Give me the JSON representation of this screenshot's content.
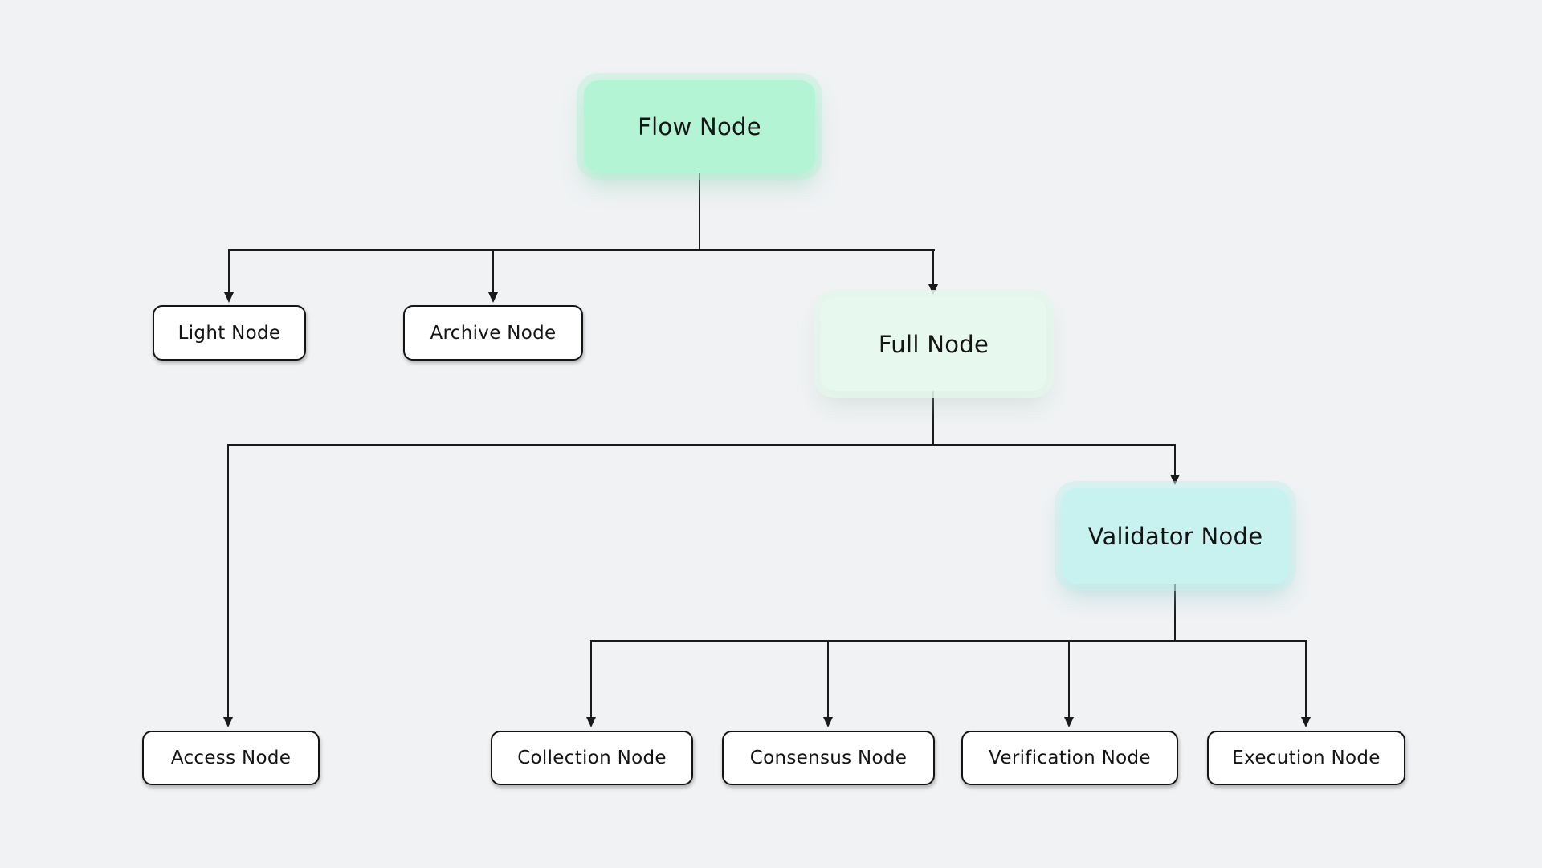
{
  "diagram": {
    "type": "hierarchy-tree",
    "nodes": {
      "flow": {
        "label": "Flow Node",
        "fill": "#b3f4d5"
      },
      "light": {
        "label": "Light Node",
        "fill": "#ffffff"
      },
      "archive": {
        "label": "Archive Node",
        "fill": "#ffffff"
      },
      "full": {
        "label": "Full Node",
        "fill": "#e7f8ee"
      },
      "validator": {
        "label": "Validator Node",
        "fill": "#c8f2f0"
      },
      "access": {
        "label": "Access Node",
        "fill": "#ffffff"
      },
      "collection": {
        "label": "Collection Node",
        "fill": "#ffffff"
      },
      "consensus": {
        "label": "Consensus Node",
        "fill": "#ffffff"
      },
      "verification": {
        "label": "Verification Node",
        "fill": "#ffffff"
      },
      "execution": {
        "label": "Execution Node",
        "fill": "#ffffff"
      }
    },
    "edges": [
      {
        "from": "Flow Node",
        "to": "Light Node"
      },
      {
        "from": "Flow Node",
        "to": "Archive Node"
      },
      {
        "from": "Flow Node",
        "to": "Full Node"
      },
      {
        "from": "Full Node",
        "to": "Access Node"
      },
      {
        "from": "Full Node",
        "to": "Validator Node"
      },
      {
        "from": "Validator Node",
        "to": "Collection Node"
      },
      {
        "from": "Validator Node",
        "to": "Consensus Node"
      },
      {
        "from": "Validator Node",
        "to": "Verification Node"
      },
      {
        "from": "Validator Node",
        "to": "Execution Node"
      }
    ],
    "colors": {
      "background": "#f0f2f4",
      "line": "#1a1a1a",
      "text": "#141414",
      "root_fill": "#b3f4d5",
      "full_fill": "#e7f8ee",
      "validator_fill": "#c8f2f0"
    }
  }
}
